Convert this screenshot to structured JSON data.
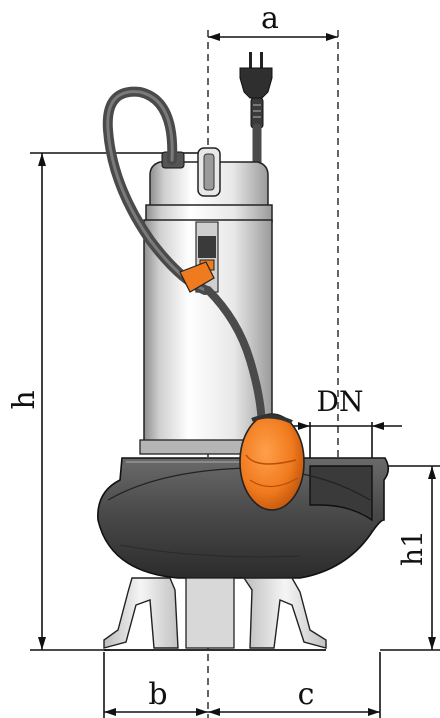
{
  "labels": {
    "a": "a",
    "h": "h",
    "dn": "DN",
    "h1": "h1",
    "b": "b",
    "c": "c"
  },
  "colors": {
    "body_dark": "#3d3d3d",
    "body_mid": "#5a5a5a",
    "steel_light": "#f2f2f2",
    "steel_shade": "#9a9a9a",
    "float_orange": "#f07a1e",
    "float_shadow": "#b84e08",
    "cable": "#4a4a4a"
  },
  "icons": {
    "plug": "power-plug-icon"
  }
}
